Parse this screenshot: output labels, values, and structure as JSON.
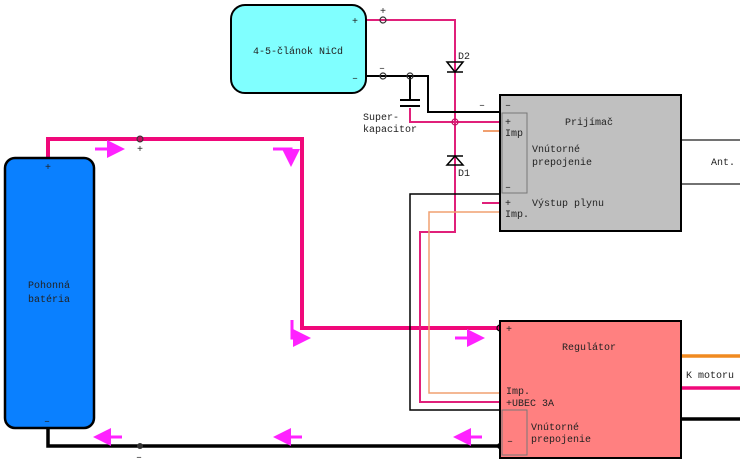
{
  "colors": {
    "battery": "#0a80ff",
    "nicd": "#80ffff",
    "receiver": "#c0c0c0",
    "regulator": "#ff8080",
    "power_wire": "#f0087a",
    "signal_wire": "#f0a070",
    "arrow": "#ff22ff",
    "ground_wire": "#000000"
  },
  "battery": {
    "label_line1": "Pohonná",
    "label_line2": "batéria",
    "plus": "+",
    "minus": "–"
  },
  "nicd": {
    "label": "4-5-článok NiCd",
    "plus": "+",
    "minus": "–"
  },
  "receiver": {
    "title": "Prijímač",
    "internal_line1": "Vnútorné",
    "internal_line2": "prepojenie",
    "top_minus": "–",
    "top_plus": "+",
    "top_imp": "Imp",
    "mid_minus": "–",
    "bottom_plus": "+",
    "bottom_imp": "Imp.",
    "throttle_out": "Výstup plynu",
    "antenna": "Ant."
  },
  "regulator": {
    "title": "Regulátor",
    "plus": "+",
    "imp": "Imp.",
    "ubec": "+UBEC 3A",
    "internal_line1": "Vnútorné",
    "internal_line2": "prepojenie",
    "minus": "–",
    "to_motor": "K motoru"
  },
  "components": {
    "d2": "D2",
    "d1": "D1",
    "supercap_line1": "Super-",
    "supercap_line2": "kapacitor",
    "junction_plus": "+",
    "junction_minus": "–",
    "rx_minus_wire": "–"
  }
}
